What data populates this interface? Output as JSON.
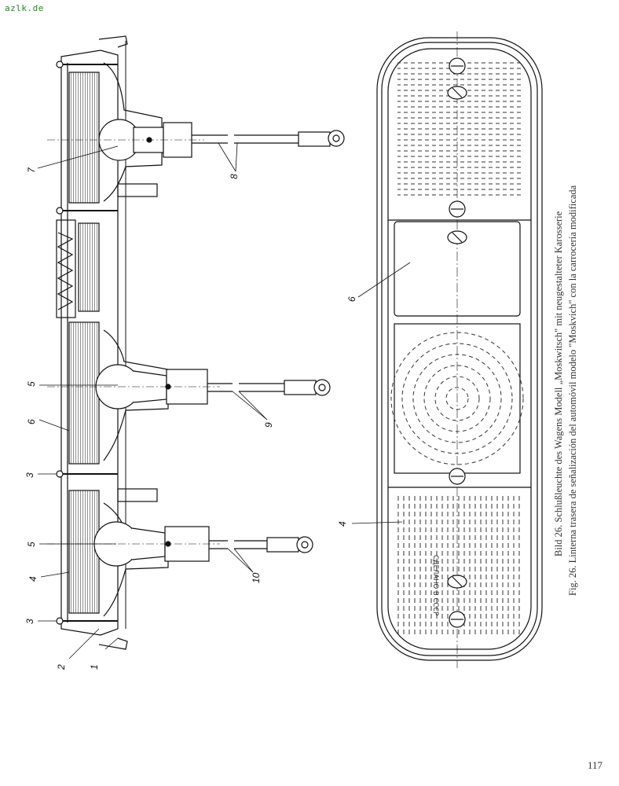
{
  "site_label": "azlk.de",
  "page_number": "117",
  "caption_de": "Bild 26. Schlußleuchte des Wagens Modell „Moskwitsch\" mit neugestalteter Karosserie",
  "caption_es": "Fig. 26. Linterna trasera de señalización del automóvil modelo \"Moskvich\" con la carrocería modificada",
  "stamp_text": "СДЕЛАНО В СССР",
  "callouts": {
    "c1": "1",
    "c2": "2",
    "c3a": "3",
    "c3b": "3",
    "c4a": "4",
    "c4b": "4",
    "c5a": "5",
    "c5b": "5",
    "c6a": "6",
    "c6b": "6",
    "c7": "7",
    "c8": "8",
    "c9": "9",
    "c10": "10"
  }
}
